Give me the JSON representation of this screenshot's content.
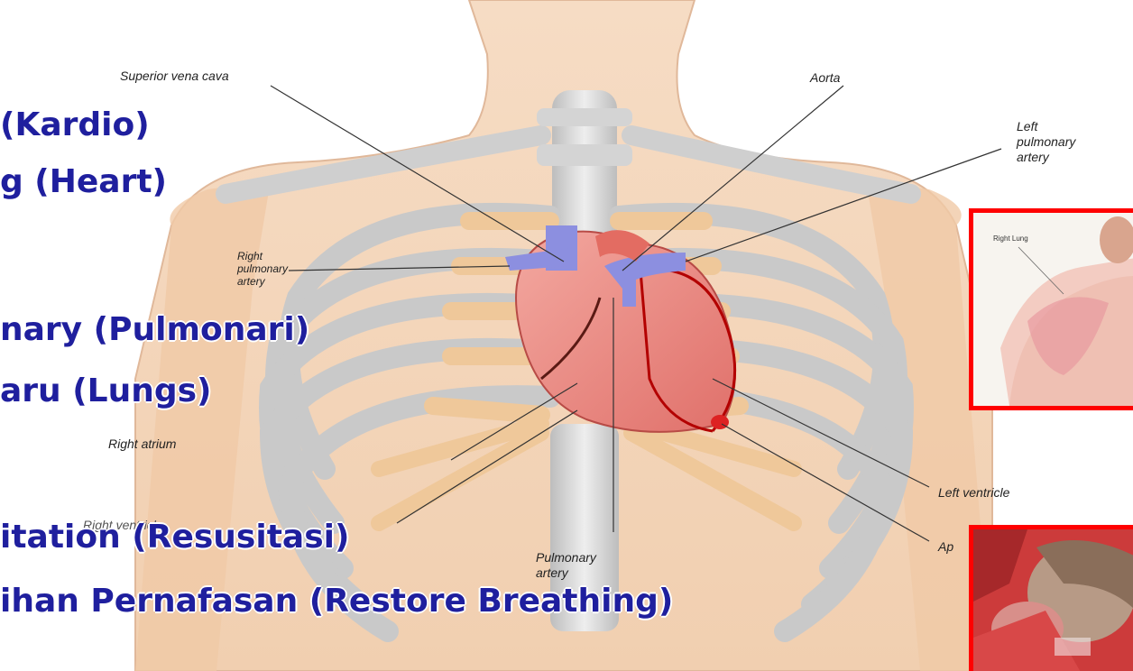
{
  "labels": {
    "superior_vena_cava": "Superior vena cava",
    "aorta": "Aorta",
    "left_pulmonary_artery": [
      "Left",
      "pulmonary",
      "artery"
    ],
    "right_pulmonary_artery": [
      "Right",
      "pulmonary",
      "artery"
    ],
    "right_atrium": "Right atrium",
    "right_ventricle": "Right ventricle",
    "pulmonary_artery": [
      "Pulmonary",
      "artery"
    ],
    "left_ventricle": "Left ventricle",
    "apex": "Ap"
  },
  "overlay_text": {
    "line1": "(Kardio)",
    "line2": "g (Heart)",
    "line3": "nary (Pulmonari)",
    "line4": "aru (Lungs)",
    "line5": "itation (Resusitasi)",
    "line6": "ihan Pernafasan (Restore Breathing)"
  },
  "thumbnails": {
    "lungs_label": "Right Lung"
  },
  "colors": {
    "overlay_text": "#1f1f9e",
    "frame": "#ff0000",
    "skin": "#f3cfae",
    "bone": "#d6d6d6",
    "heart": "#e8847c",
    "vessel_blue": "#8c8fe0"
  }
}
